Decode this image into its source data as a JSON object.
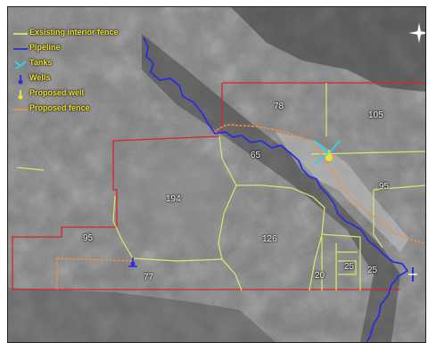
{
  "legend": [
    {
      "label": "Exsisting interior fence",
      "symbol": "line",
      "color": "#d9e86a",
      "icon": "fence-line-icon"
    },
    {
      "label": "Pipeline",
      "symbol": "line",
      "color": "#2a2de0",
      "icon": "pipeline-line-icon"
    },
    {
      "label": "Tanks",
      "symbol": "tank",
      "color": "#38d0e8",
      "icon": "tank-icon"
    },
    {
      "label": "Wells",
      "symbol": "well",
      "color": "#2a2de0",
      "icon": "well-icon"
    },
    {
      "label": "Proposed well",
      "symbol": "well",
      "color": "#f0e028",
      "icon": "proposed-well-icon"
    },
    {
      "label": "Proposed fence",
      "symbol": "line",
      "color": "#e8914a",
      "icon": "proposed-fence-line-icon"
    }
  ],
  "legend_text_color": "#f0e028",
  "parcels": [
    {
      "label": "78"
    },
    {
      "label": "105"
    },
    {
      "label": "65"
    },
    {
      "label": "194"
    },
    {
      "label": "95"
    },
    {
      "label": "126"
    },
    {
      "label": "95"
    },
    {
      "label": "77"
    },
    {
      "label": "20"
    },
    {
      "label": "25"
    },
    {
      "label": "25"
    }
  ],
  "colors": {
    "boundary": "#d8242a",
    "interior_fence": "#d9e86a",
    "pipeline": "#2a2de0",
    "proposed_fence": "#e8914a",
    "tank": "#38d0e8",
    "proposed_well": "#f0e028"
  }
}
